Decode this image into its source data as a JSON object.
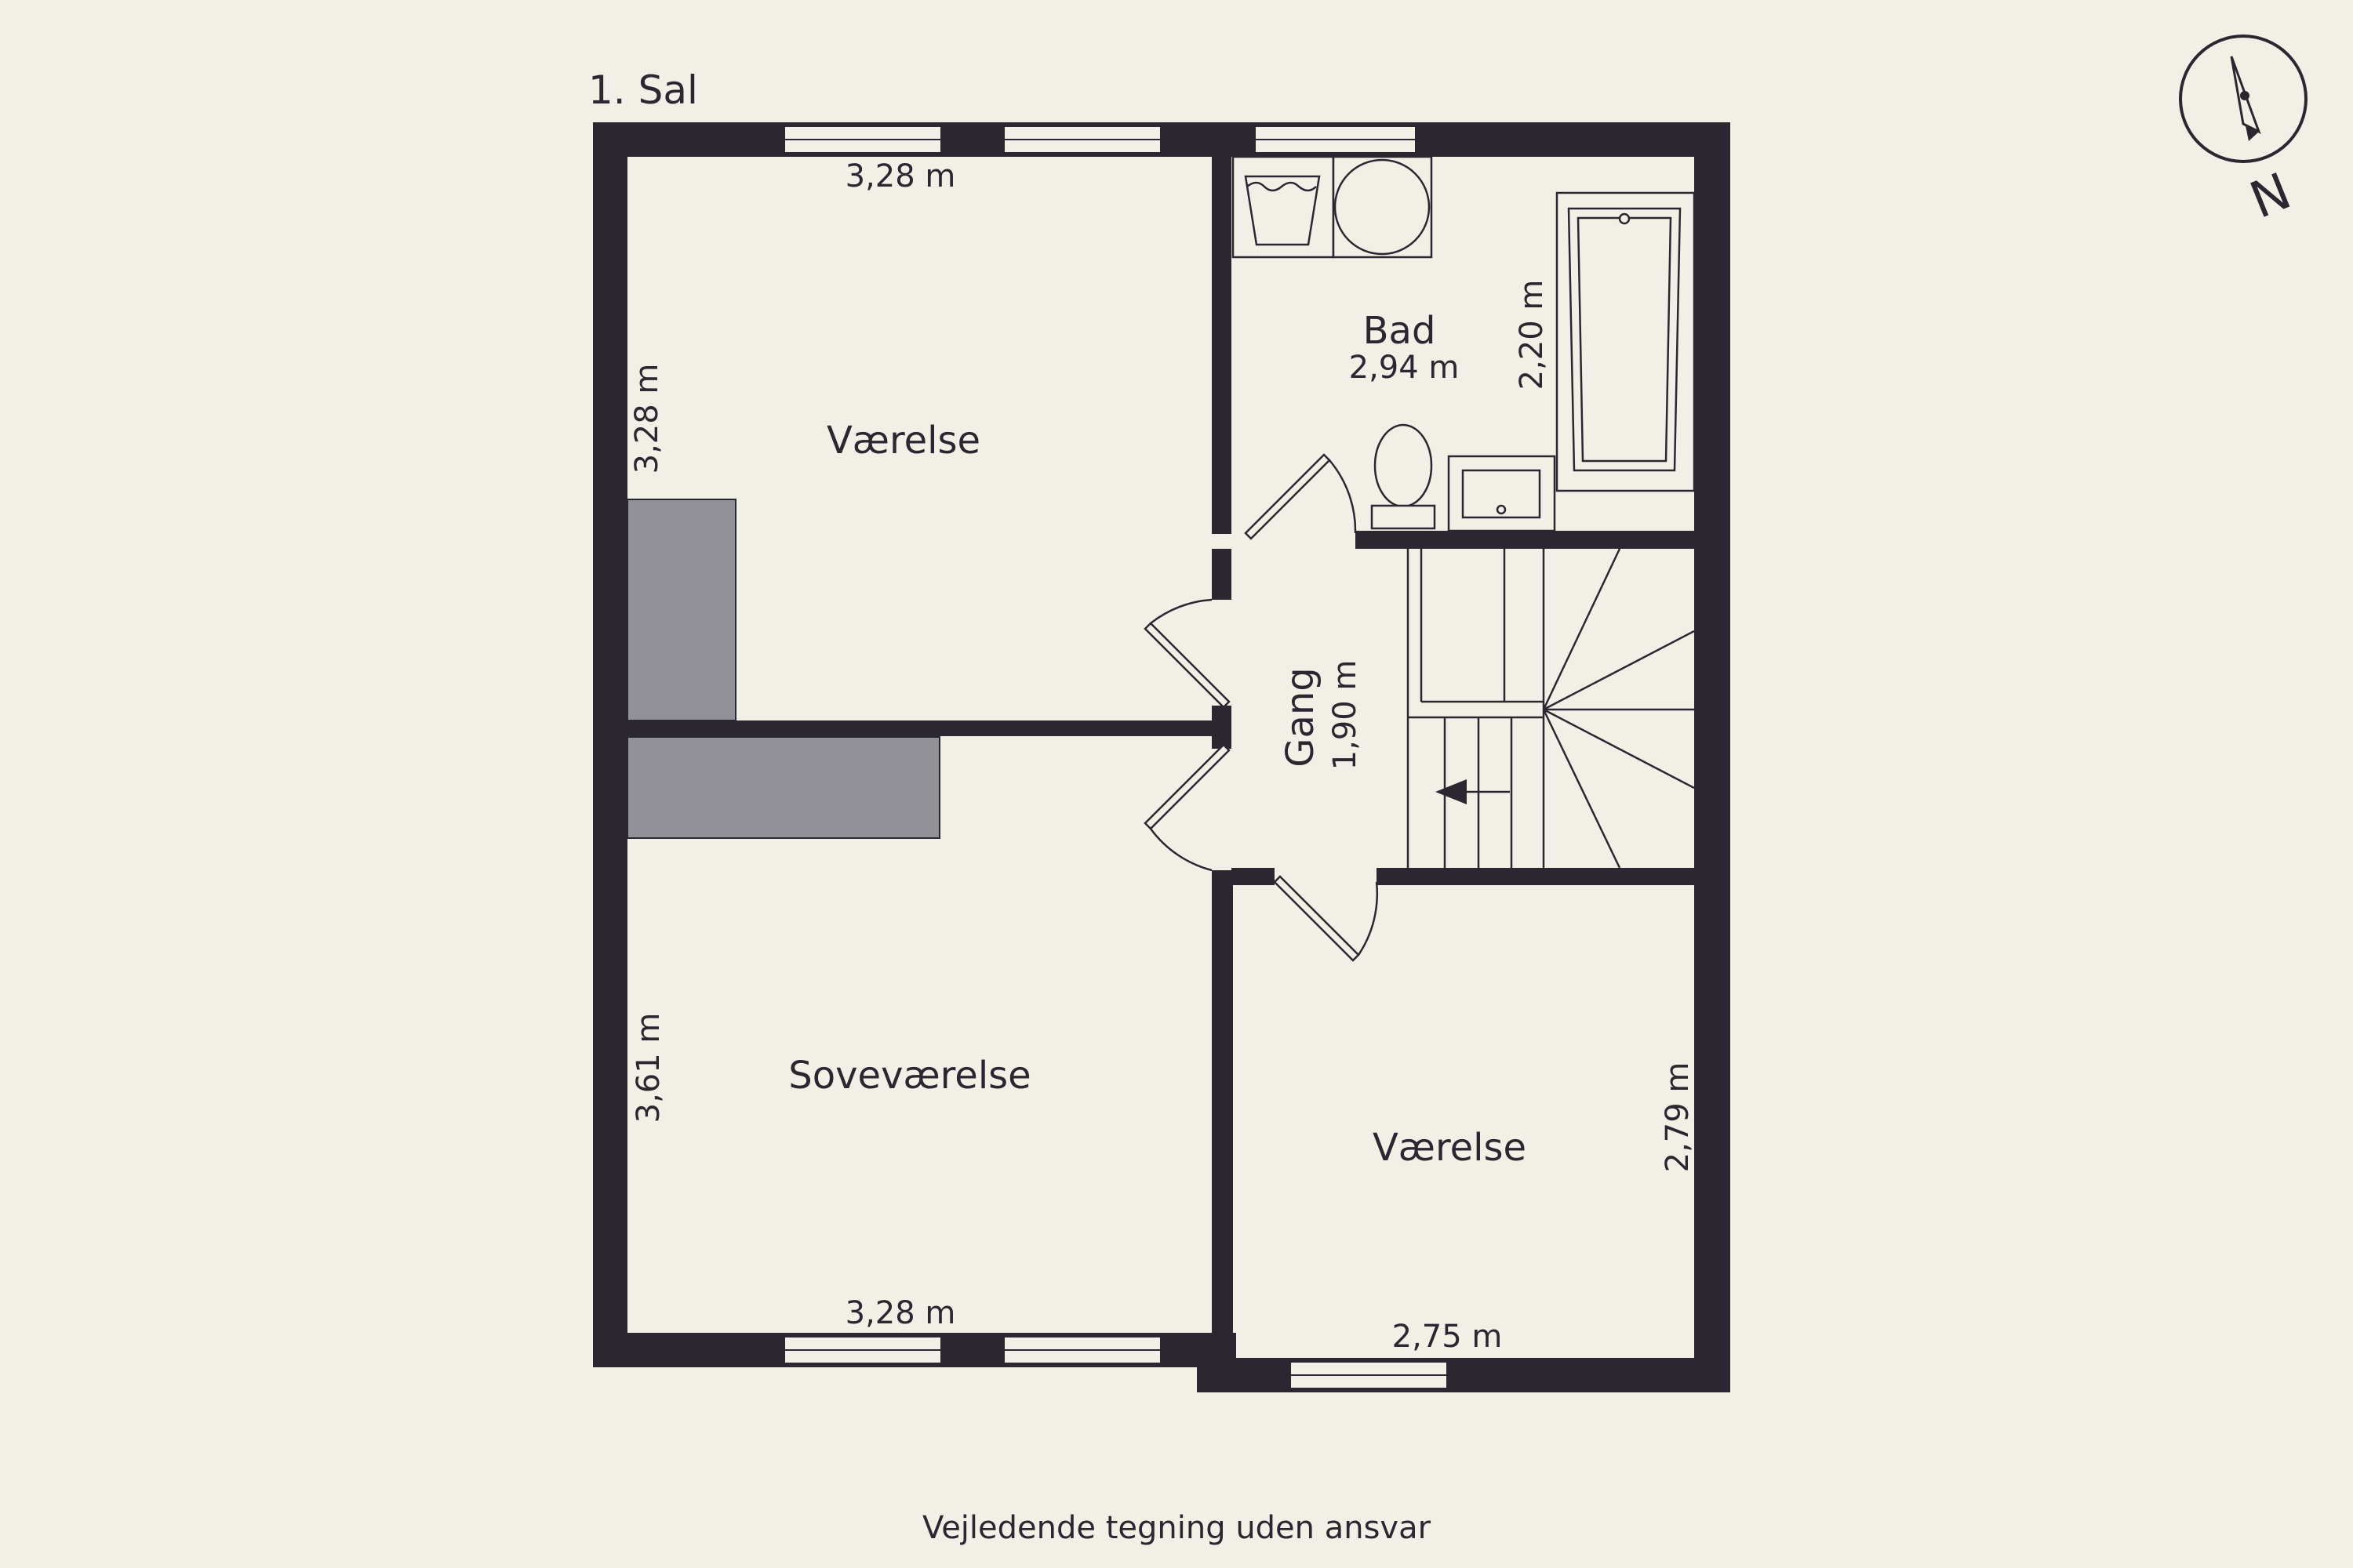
{
  "floor_label": "1. Sal",
  "footer_note": "Vejledende tegning uden ansvar",
  "compass_label": "N",
  "rooms": {
    "vaerelse_top": "Værelse",
    "bad": "Bad",
    "gang": "Gang",
    "sovevaerelse": "Soveværelse",
    "vaerelse_bottom": "Værelse"
  },
  "dimensions": {
    "vaerelse_top_width": "3,28 m",
    "vaerelse_top_height": "3,28 m",
    "bad_width": "2,94 m",
    "bad_height": "2,20 m",
    "gang_width": "1,90 m",
    "sovevaerelse_height": "3,61 m",
    "sovevaerelse_width": "3,28 m",
    "vaerelse_bottom_height": "2,79 m",
    "vaerelse_bottom_width": "2,75 m"
  },
  "colors": {
    "background": "#f1f0e7",
    "wall": "#2b2730",
    "closet": "#939198"
  }
}
